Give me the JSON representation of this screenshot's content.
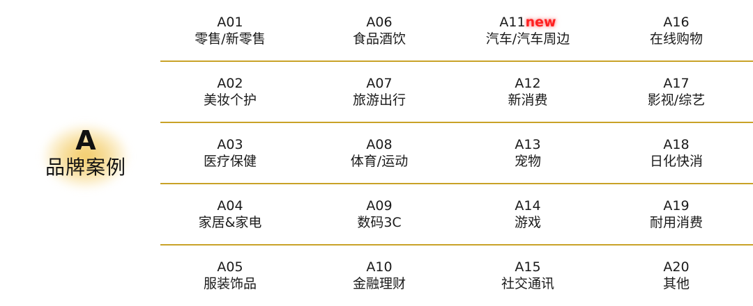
{
  "side": {
    "letter": "A",
    "title": "品牌案例"
  },
  "rows": [
    [
      {
        "code": "A01",
        "name": "零售/新零售"
      },
      {
        "code": "A06",
        "name": "食品酒饮"
      },
      {
        "code": "A11",
        "name": "汽车/汽车周边",
        "tag": "new"
      },
      {
        "code": "A16",
        "name": "在线购物"
      }
    ],
    [
      {
        "code": "A02",
        "name": "美妆个护"
      },
      {
        "code": "A07",
        "name": "旅游出行"
      },
      {
        "code": "A12",
        "name": "新消费"
      },
      {
        "code": "A17",
        "name": "影视/综艺"
      }
    ],
    [
      {
        "code": "A03",
        "name": "医疗保健"
      },
      {
        "code": "A08",
        "name": "体育/运动"
      },
      {
        "code": "A13",
        "name": "宠物"
      },
      {
        "code": "A18",
        "name": "日化快消"
      }
    ],
    [
      {
        "code": "A04",
        "name": "家居&家电"
      },
      {
        "code": "A09",
        "name": "数码3C"
      },
      {
        "code": "A14",
        "name": "游戏"
      },
      {
        "code": "A19",
        "name": "耐用消费"
      }
    ],
    [
      {
        "code": "A05",
        "name": "服装饰品"
      },
      {
        "code": "A10",
        "name": "金融理财"
      },
      {
        "code": "A15",
        "name": "社交通讯"
      },
      {
        "code": "A20",
        "name": "其他"
      }
    ]
  ],
  "colors": {
    "divider": "#c9a227",
    "glow": "#f2c85f",
    "new_tag": "#ff2020"
  }
}
